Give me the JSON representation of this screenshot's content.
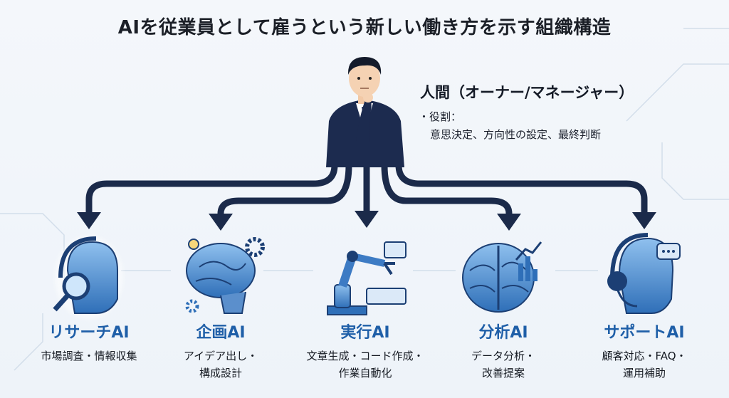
{
  "title": "AIを従業員として雇うという新しい働き方を示す組織構造",
  "human": {
    "title": "人間（オーナー/マネージャー）",
    "role_label": "・役割：",
    "role_desc": "意思決定、方向性の設定、最終判断"
  },
  "units": [
    {
      "name": "リサーチAI",
      "desc": [
        "市場調査・情報収集"
      ],
      "icon": "robot-magnifier-icon"
    },
    {
      "name": "企画AI",
      "desc": [
        "アイデア出し・",
        "構成設計"
      ],
      "icon": "brain-gears-icon"
    },
    {
      "name": "実行AI",
      "desc": [
        "文章生成・コード作成・",
        "作業自動化"
      ],
      "icon": "robot-arm-icon"
    },
    {
      "name": "分析AI",
      "desc": [
        "データ分析・",
        "改善提案"
      ],
      "icon": "brain-chart-icon"
    },
    {
      "name": "サポートAI",
      "desc": [
        "顧客対応・FAQ・",
        "運用補助"
      ],
      "icon": "robot-headset-icon"
    }
  ],
  "colors": {
    "accent": "#1f5fa8",
    "arrow": "#1b2a4a",
    "suit": "#1c2b4f"
  }
}
